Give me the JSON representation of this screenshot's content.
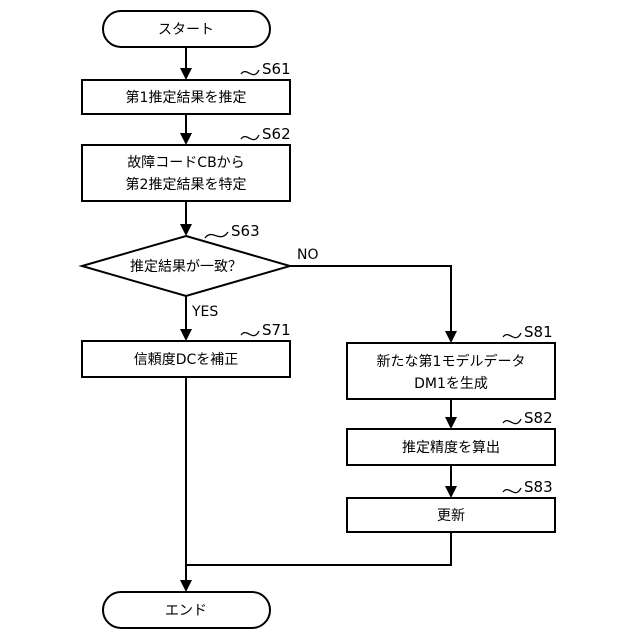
{
  "start": {
    "label": "スタート"
  },
  "end": {
    "label": "エンド"
  },
  "steps": {
    "s61": {
      "id": "S61",
      "lines": [
        "第1推定結果を推定"
      ]
    },
    "s62": {
      "id": "S62",
      "lines": [
        "故障コードCBから",
        "第2推定結果を特定"
      ]
    },
    "s63": {
      "id": "S63",
      "lines": [
        "推定結果が一致？"
      ]
    },
    "s71": {
      "id": "S71",
      "lines": [
        "信頼度DCを補正"
      ]
    },
    "s81": {
      "id": "S81",
      "lines": [
        "新たな第1モデルデータ",
        "DM1を生成"
      ]
    },
    "s82": {
      "id": "S82",
      "lines": [
        "推定精度を算出"
      ]
    },
    "s83": {
      "id": "S83",
      "lines": [
        "更新"
      ]
    }
  },
  "branches": {
    "no": "NO",
    "yes": "YES"
  }
}
